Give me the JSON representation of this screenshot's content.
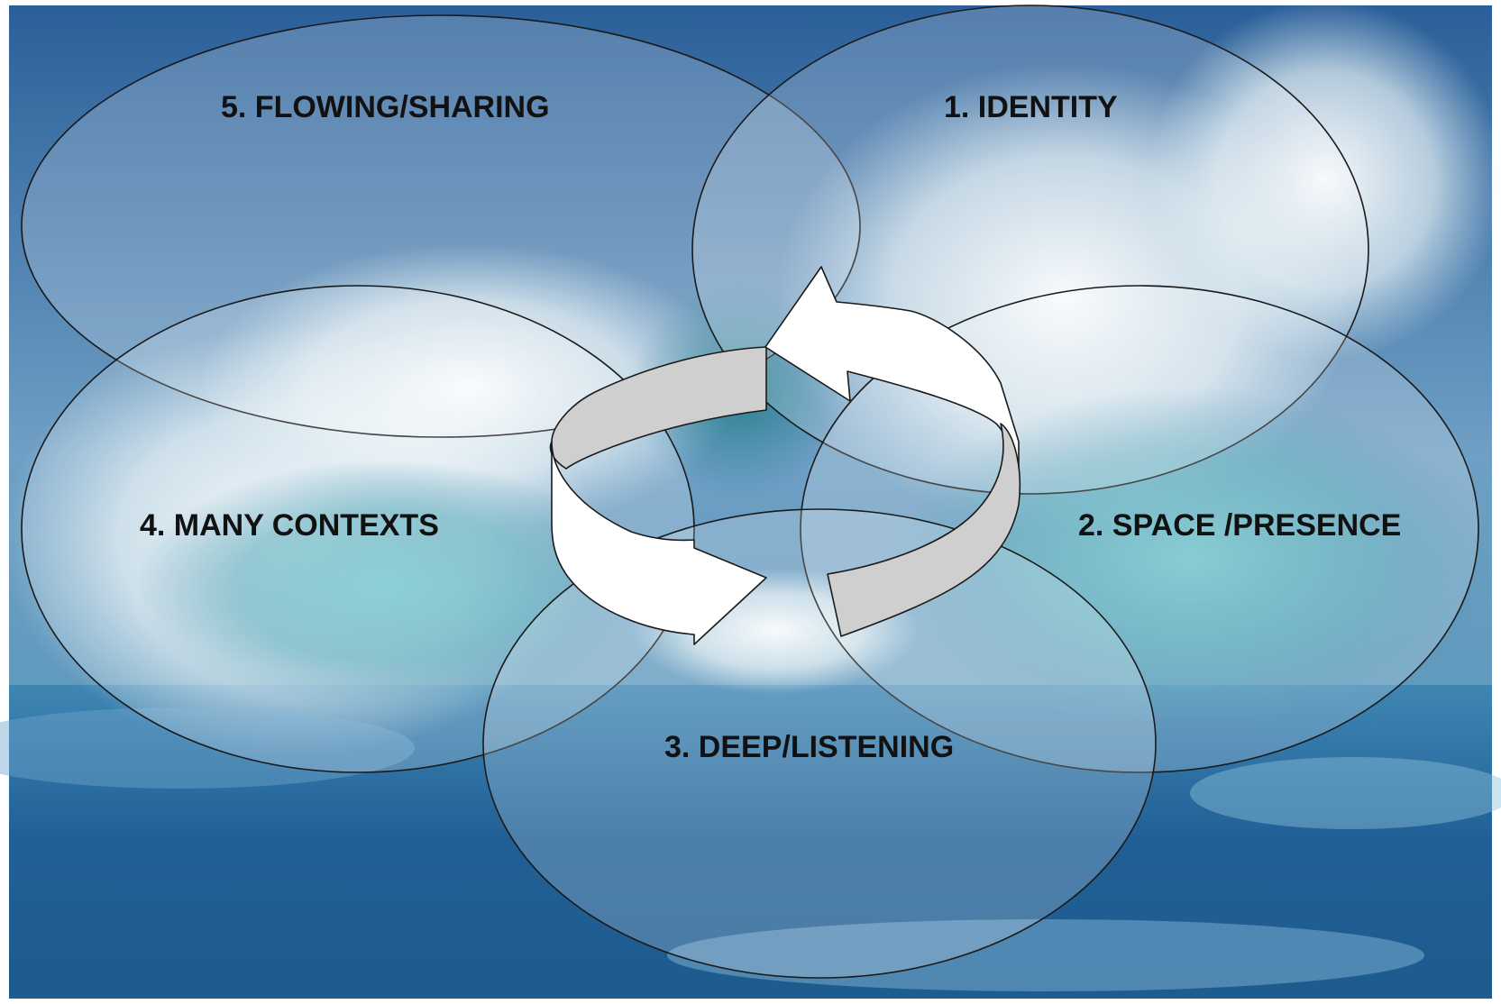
{
  "diagram": {
    "stages": [
      {
        "id": "identity",
        "label": "1. IDENTITY"
      },
      {
        "id": "space-presence",
        "label": "2. SPACE /PRESENCE"
      },
      {
        "id": "deep-listening",
        "label": "3. DEEP/LISTENING"
      },
      {
        "id": "many-contexts",
        "label": "4. MANY CONTEXTS"
      },
      {
        "id": "flowing-sharing",
        "label": "5. FLOWING/SHARING"
      }
    ],
    "cycle_arrows": "circular-arrows-icon",
    "background": "ocean-wave-photo",
    "colors": {
      "sky": "#2f6fa8",
      "wave_foam": "#e9f3f6",
      "wave_teal": "#4fa3b7",
      "sea": "#1f5f95",
      "arrow_gray": "#cfcfcf",
      "arrow_white": "#ffffff"
    }
  }
}
